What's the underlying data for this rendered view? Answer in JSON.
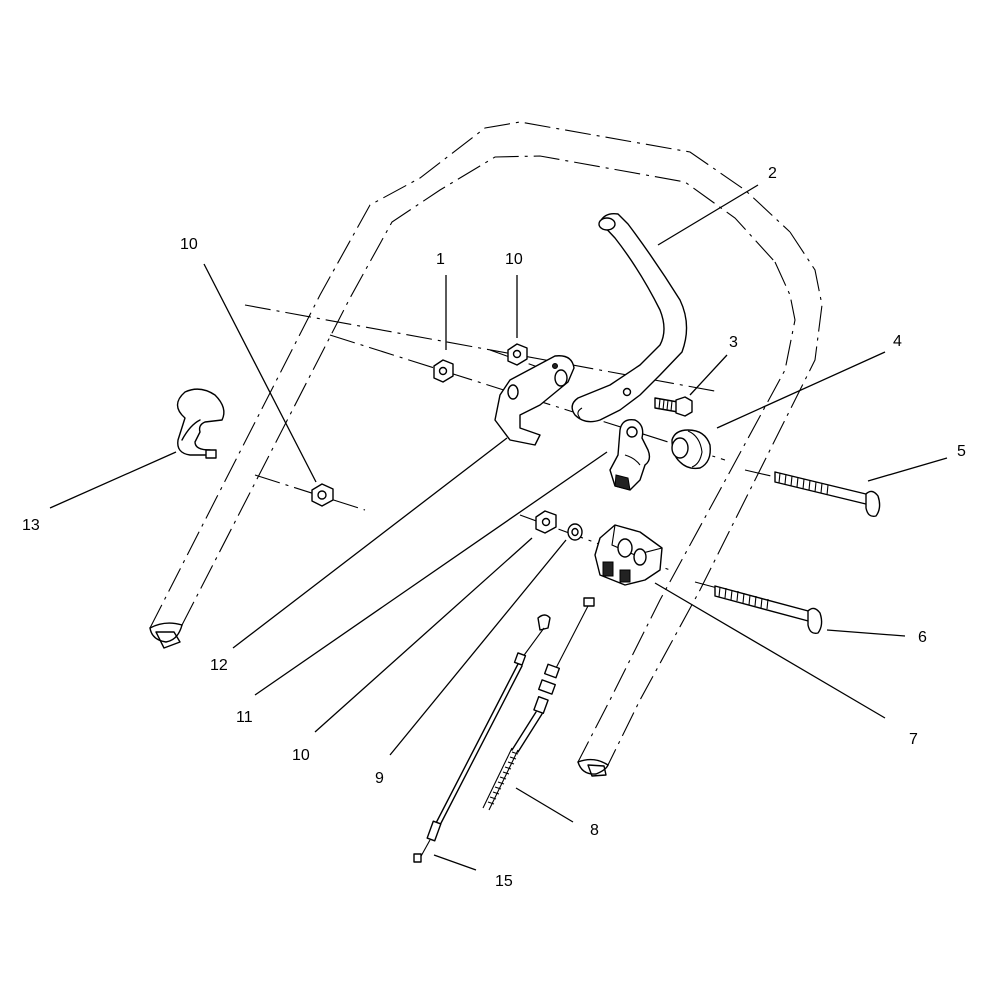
{
  "callouts": [
    {
      "id": "c1",
      "text": "1"
    },
    {
      "id": "c2",
      "text": "2"
    },
    {
      "id": "c3",
      "text": "3"
    },
    {
      "id": "c4",
      "text": "4"
    },
    {
      "id": "c5",
      "text": "5"
    },
    {
      "id": "c6",
      "text": "6"
    },
    {
      "id": "c7",
      "text": "7"
    },
    {
      "id": "c8",
      "text": "8"
    },
    {
      "id": "c9",
      "text": "9"
    },
    {
      "id": "c10a",
      "text": "10"
    },
    {
      "id": "c10b",
      "text": "10"
    },
    {
      "id": "c10c",
      "text": "10"
    },
    {
      "id": "c11",
      "text": "11"
    },
    {
      "id": "c12",
      "text": "12"
    },
    {
      "id": "c13",
      "text": "13"
    },
    {
      "id": "c15",
      "text": "15"
    }
  ]
}
